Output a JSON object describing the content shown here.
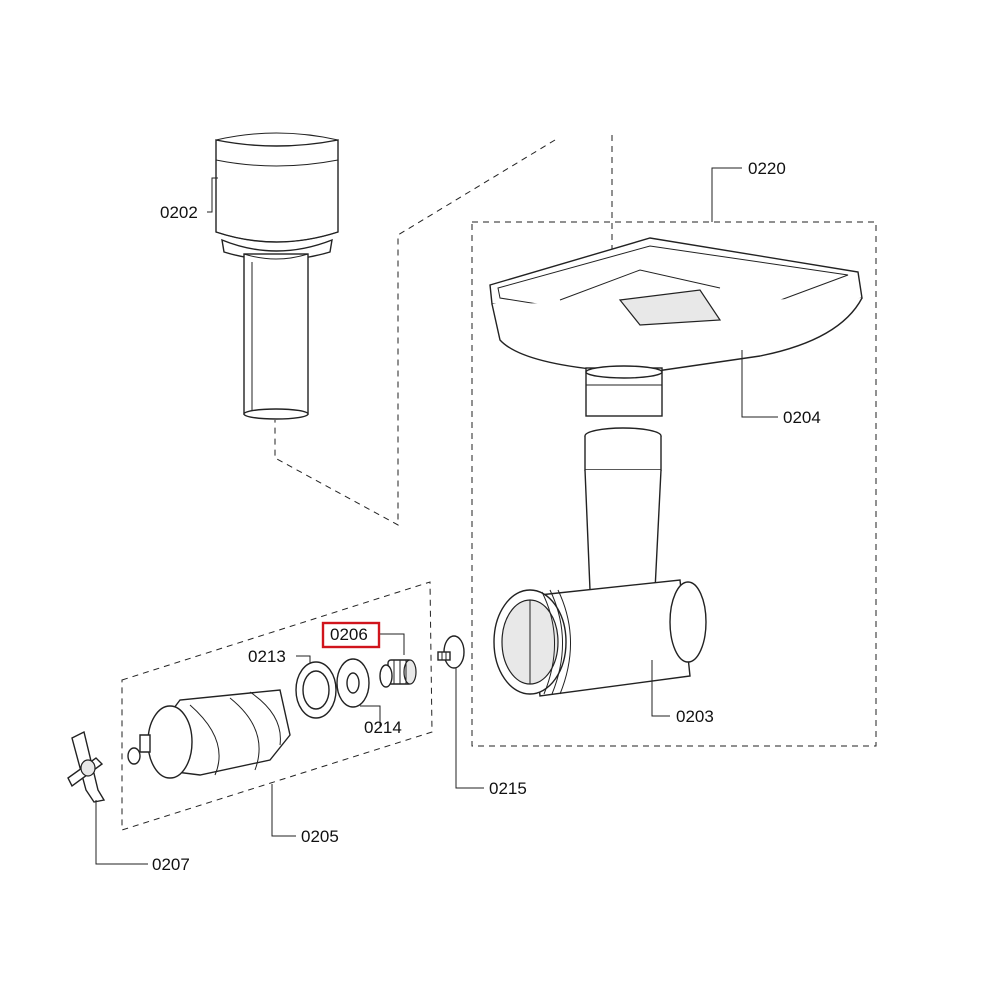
{
  "labels": {
    "p0202": "0202",
    "p0220": "0220",
    "p0204": "0204",
    "p0203": "0203",
    "p0206": "0206",
    "p0213": "0213",
    "p0214": "0214",
    "p0215": "0215",
    "p0205": "0205",
    "p0207": "0207"
  },
  "highlight": {
    "label": "0206",
    "color": "#d0141c"
  }
}
